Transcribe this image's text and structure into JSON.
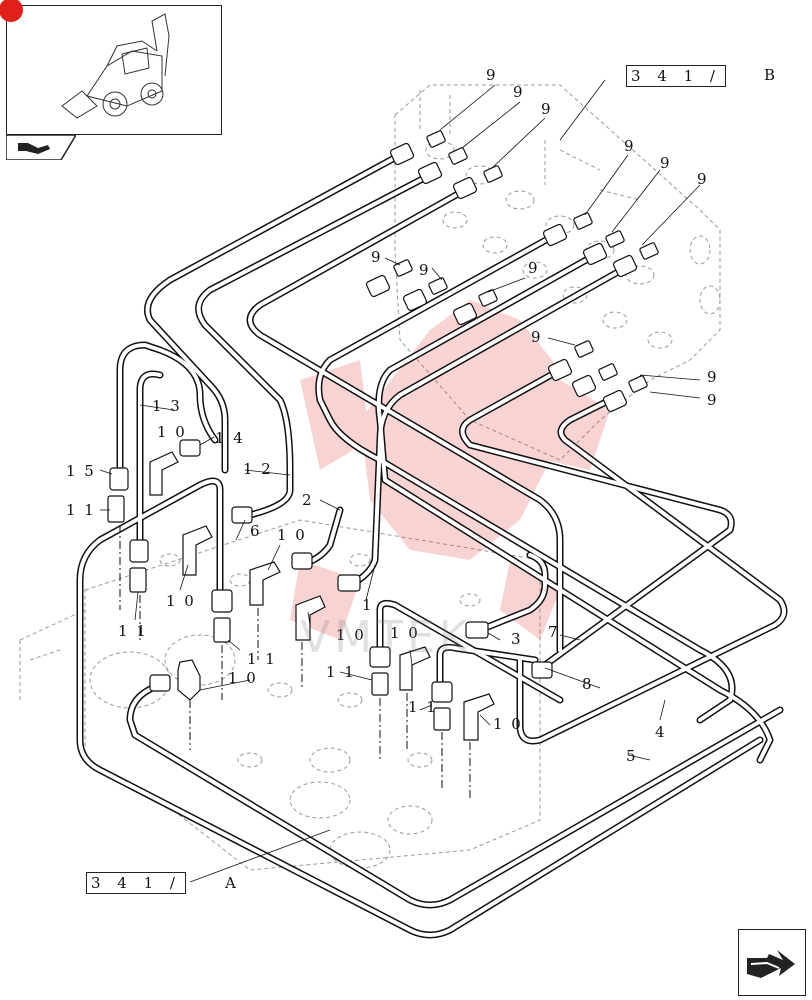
{
  "thumbnail": {
    "icon": "backhoe-loader-icon",
    "tab_icon": "page-forward-icon"
  },
  "callouts": {
    "group_a": {
      "box": "3 4 1 /",
      "letter": "A"
    },
    "group_b": {
      "box": "3 4 1 /",
      "letter": "B"
    }
  },
  "part_labels": {
    "p1": "1",
    "p2": "2",
    "p3": "3",
    "p4": "4",
    "p5": "5",
    "p6": "6",
    "p7": "7",
    "p8": "8",
    "p9": "9",
    "p10": "1 0",
    "p11": "1 1",
    "p12": "1 2",
    "p13": "1 3",
    "p14": "1 4",
    "p15": "1 5"
  },
  "watermark": "VMTEK",
  "nav_icon": "next-page-arrow-icon",
  "colors": {
    "line": "#111111",
    "ghost": "#9a9a9a",
    "watermark": "#e23b3b",
    "badge": "#e0201a"
  }
}
